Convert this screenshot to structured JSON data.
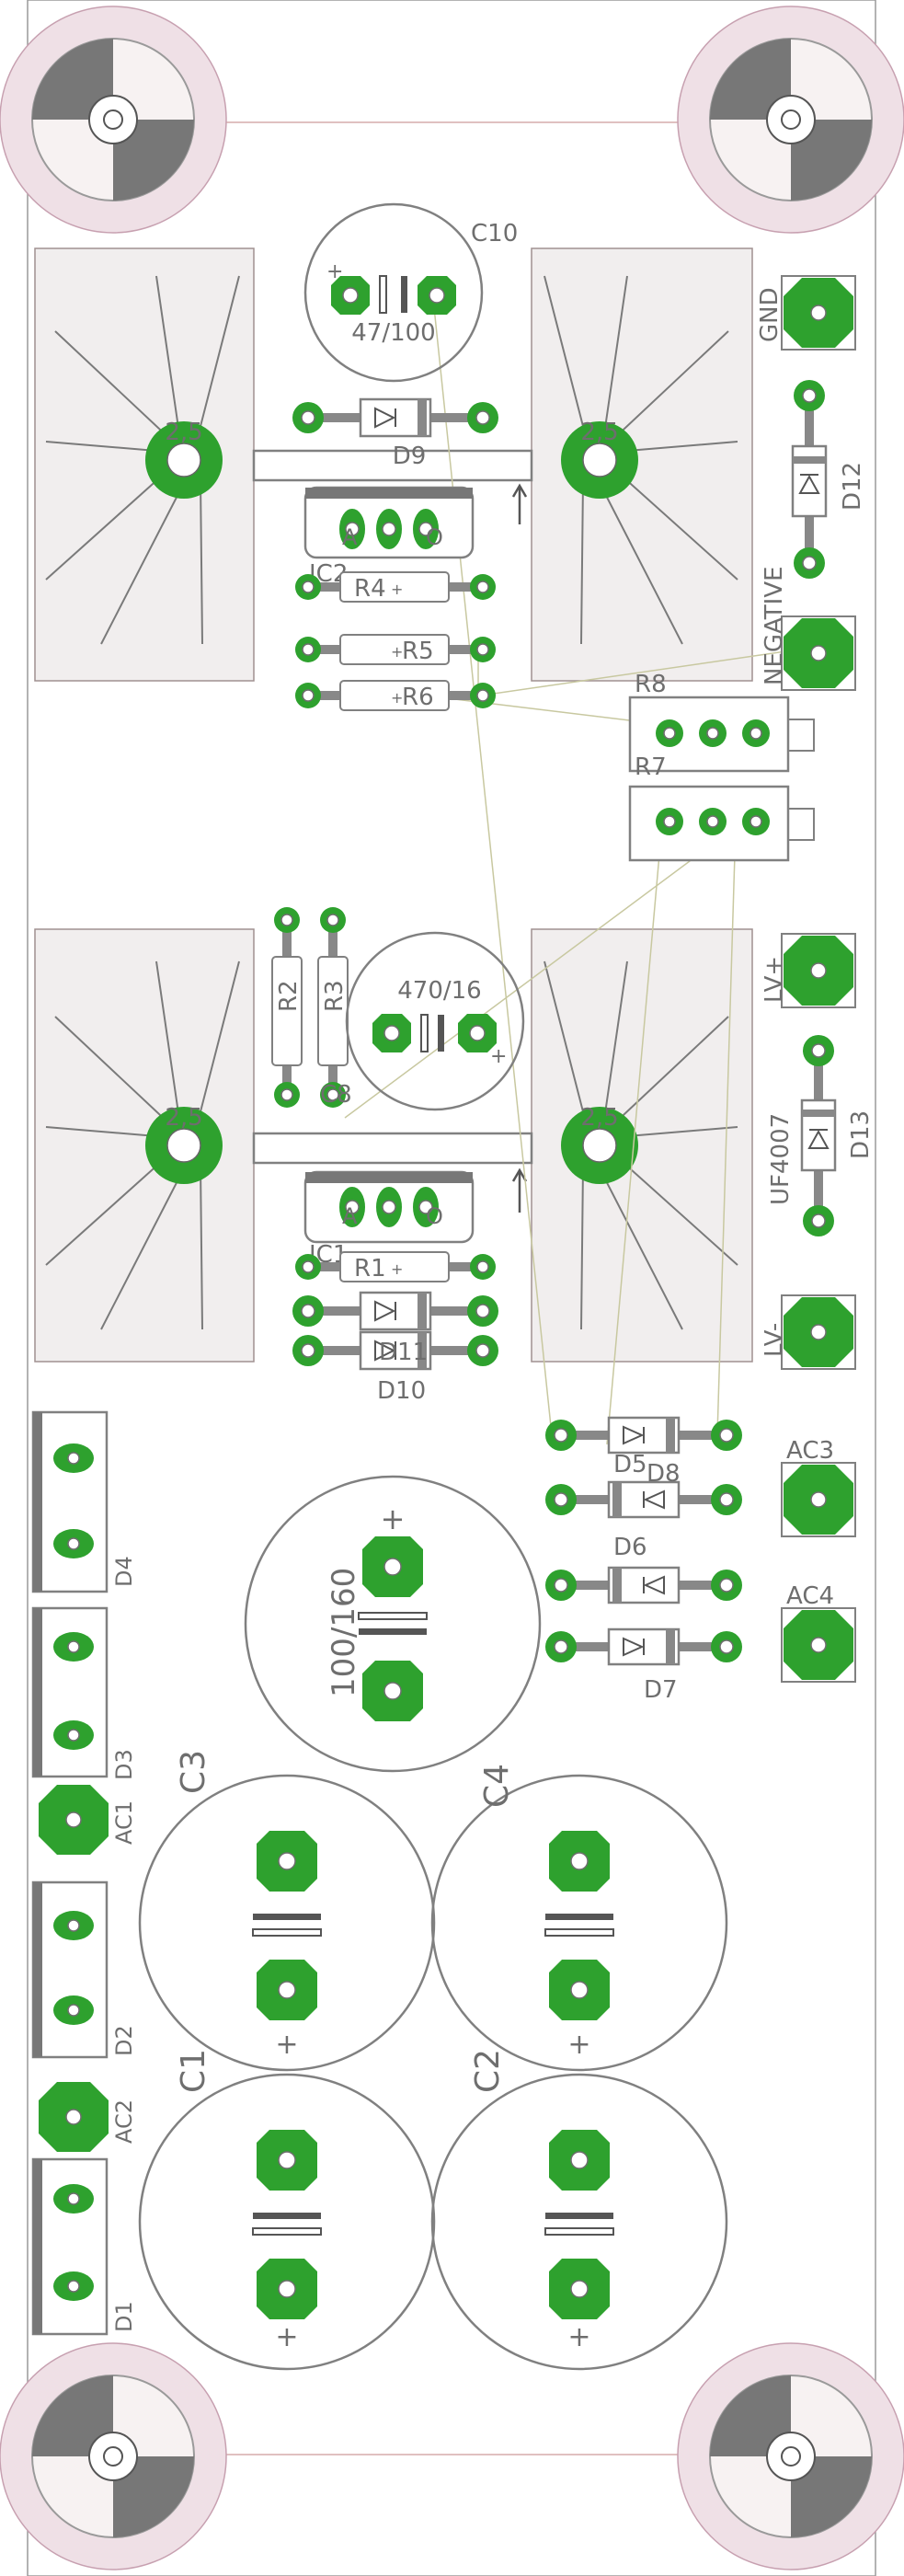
{
  "board": {
    "colors": {
      "pad": "#2ea12e",
      "silkscreen": "#808080",
      "text": "#6e6e6e",
      "mount_ring": "#efe0e6",
      "heatsink_fill": "#f1eeee",
      "airwire": "#c8c8a0"
    },
    "heatsinks": [
      {
        "id": "hs1",
        "label": "2,5"
      },
      {
        "id": "hs2",
        "label": "2,5"
      },
      {
        "id": "hs3",
        "label": "2,5"
      },
      {
        "id": "hs4",
        "label": "2,5"
      }
    ],
    "small_caps": [
      {
        "id": "C10",
        "name": "C10",
        "value": "47/100"
      },
      {
        "id": "C8",
        "name": "C8",
        "value": "470/16"
      }
    ],
    "big_caps": [
      {
        "id": "C5",
        "name": "",
        "value": "100/160"
      },
      {
        "id": "C3",
        "name": "C3"
      },
      {
        "id": "C4",
        "name": "C4"
      },
      {
        "id": "C1",
        "name": "C1"
      },
      {
        "id": "C2",
        "name": "C2"
      }
    ],
    "regulators": [
      {
        "id": "IC2",
        "name": "IC2",
        "pin_a": "A",
        "pin_o": "O"
      },
      {
        "id": "IC1",
        "name": "IC1",
        "pin_a": "A",
        "pin_o": "O"
      }
    ],
    "resistors": [
      {
        "id": "R4",
        "name": "R4"
      },
      {
        "id": "R5",
        "name": "R5"
      },
      {
        "id": "R6",
        "name": "R6"
      },
      {
        "id": "R2",
        "name": "R2"
      },
      {
        "id": "R3",
        "name": "R3"
      },
      {
        "id": "R1",
        "name": "R1"
      }
    ],
    "trimmers": [
      {
        "id": "R8",
        "name": "R8"
      },
      {
        "id": "R7",
        "name": "R7"
      }
    ],
    "diodes": [
      {
        "id": "D9",
        "name": "D9"
      },
      {
        "id": "D12",
        "name": "D12"
      },
      {
        "id": "D13",
        "name": "D13",
        "value": "UF4007"
      },
      {
        "id": "D10",
        "name": "D10"
      },
      {
        "id": "D11",
        "name": "D11"
      },
      {
        "id": "D5",
        "name": "D5"
      },
      {
        "id": "D8",
        "name": "D8"
      },
      {
        "id": "D6",
        "name": "D6"
      },
      {
        "id": "D7",
        "name": "D7"
      }
    ],
    "bridges": [
      {
        "id": "D4",
        "name": "D4"
      },
      {
        "id": "D3",
        "name": "D3"
      },
      {
        "id": "D2",
        "name": "D2"
      },
      {
        "id": "D1",
        "name": "D1"
      }
    ],
    "connectors": [
      {
        "id": "GND",
        "name": "GND"
      },
      {
        "id": "NEGATIVE",
        "name": "NEGATIVE"
      },
      {
        "id": "LVP",
        "name": "LV+"
      },
      {
        "id": "LVM",
        "name": "LV-"
      },
      {
        "id": "AC3",
        "name": "AC3"
      },
      {
        "id": "AC4",
        "name": "AC4"
      },
      {
        "id": "AC1",
        "name": "AC1"
      },
      {
        "id": "AC2",
        "name": "AC2"
      }
    ]
  }
}
